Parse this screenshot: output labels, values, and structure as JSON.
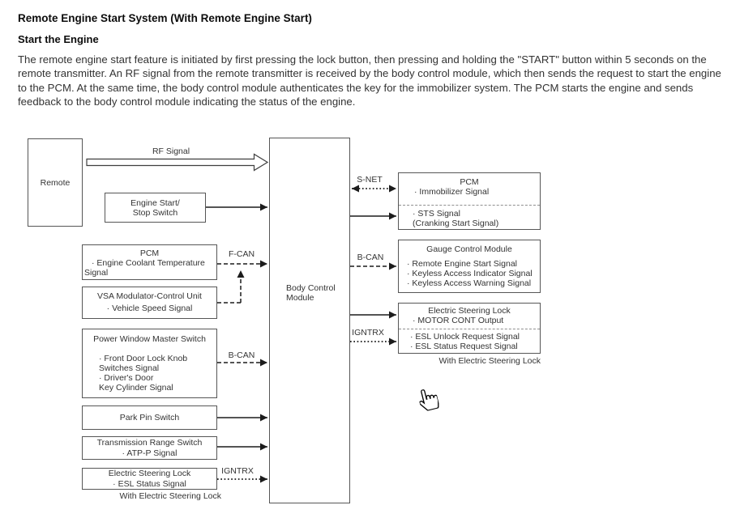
{
  "header": {
    "title": "Remote Engine Start System (With Remote Engine Start)",
    "subtitle": "Start the Engine",
    "paragraph": "The remote engine start feature is initiated by first pressing the lock button, then pressing and holding the \"START\" button within 5 seconds on the remote transmitter. An RF signal from the remote transmitter is received by the body control module, which then sends the request to start the engine to the PCM. At the same time, the body control module authenticates the key for the immobilizer system. The PCM starts the engine and sends feedback to the body control module indicating the status of the engine."
  },
  "diagram": {
    "remote": {
      "label": "Remote"
    },
    "engine_start_stop": {
      "line1": "Engine Start/",
      "line2": "Stop Switch"
    },
    "pcm_left": {
      "title": "PCM",
      "line1": "· Engine Coolant Temperature",
      "line2": "Signal"
    },
    "vsa": {
      "title": "VSA Modulator-Control Unit",
      "line1": "· Vehicle Speed Signal"
    },
    "power_window": {
      "title": "Power Window Master Switch",
      "line1": "· Front Door Lock Knob",
      "line2": "Switches Signal",
      "line3": "· Driver's Door",
      "line4": "Key Cylinder Signal"
    },
    "park_pin": {
      "title": "Park Pin Switch"
    },
    "transmission_range": {
      "title": "Transmission Range Switch",
      "line1": "· ATP-P Signal"
    },
    "esl_left": {
      "title": "Electric Steering Lock",
      "line1": "· ESL Status Signal",
      "caption": "With Electric Steering Lock"
    },
    "bcm": {
      "line1": "Body Control",
      "line2": "Module"
    },
    "pcm_right": {
      "title": "PCM",
      "top1": "· Immobilizer Signal",
      "bottom1": "· STS Signal",
      "bottom2": "(Cranking Start Signal)"
    },
    "gauge_control": {
      "title": "Gauge Control Module",
      "line1": "· Remote Engine Start Signal",
      "line2": "· Keyless Access Indicator Signal",
      "line3": "· Keyless Access Warning Signal"
    },
    "esl_right": {
      "title": "Electric Steering Lock",
      "top1": "· MOTOR CONT Output",
      "bottom1": "· ESL Unlock Request Signal",
      "bottom2": "· ESL Status Request Signal",
      "caption": "With Electric Steering Lock"
    },
    "wire_labels": {
      "rf": "RF Signal",
      "f_can": "F-CAN",
      "b_can_left": "B-CAN",
      "igntrx_left": "IGNTRX",
      "s_net": "S-NET",
      "b_can_right": "B-CAN",
      "igntrx_right": "IGNTRX"
    }
  },
  "colors": {
    "line": "#1c1c1c",
    "box_border": "#565656",
    "divider": "#8f8f8f",
    "text": "#333333"
  }
}
